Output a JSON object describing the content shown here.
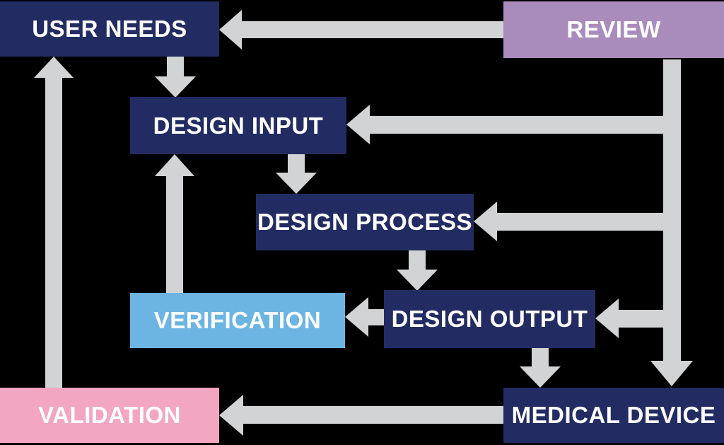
{
  "colors": {
    "background": "#000000",
    "navy": "#232c62",
    "purple": "#a98bbc",
    "light_blue": "#6cb5e3",
    "pink": "#f2a6c1",
    "arrow_gray": "#d1d3d4",
    "text": "#ffffff"
  },
  "nodes": [
    {
      "id": "user-needs",
      "label": "USER NEEDS",
      "color_key": "navy"
    },
    {
      "id": "review",
      "label": "REVIEW",
      "color_key": "purple"
    },
    {
      "id": "design-input",
      "label": "DESIGN INPUT",
      "color_key": "navy"
    },
    {
      "id": "design-process",
      "label": "DESIGN PROCESS",
      "color_key": "navy"
    },
    {
      "id": "verification",
      "label": "VERIFICATION",
      "color_key": "light_blue"
    },
    {
      "id": "design-output",
      "label": "DESIGN OUTPUT",
      "color_key": "navy"
    },
    {
      "id": "validation",
      "label": "VALIDATION",
      "color_key": "pink"
    },
    {
      "id": "medical-device",
      "label": "MEDICAL DEVICE",
      "color_key": "navy"
    }
  ],
  "edges": [
    {
      "from": "review",
      "to": "user-needs",
      "direction": "left"
    },
    {
      "from": "user-needs",
      "to": "design-input",
      "direction": "down"
    },
    {
      "from": "design-input",
      "to": "design-process",
      "direction": "down"
    },
    {
      "from": "design-process",
      "to": "design-output",
      "direction": "down"
    },
    {
      "from": "design-output",
      "to": "verification",
      "direction": "left"
    },
    {
      "from": "verification",
      "to": "design-input",
      "direction": "up"
    },
    {
      "from": "design-output",
      "to": "medical-device",
      "direction": "down"
    },
    {
      "from": "medical-device",
      "to": "validation",
      "direction": "left"
    },
    {
      "from": "validation",
      "to": "user-needs",
      "direction": "up"
    },
    {
      "from": "review",
      "to": "medical-device",
      "direction": "down"
    },
    {
      "from": "review",
      "to": "design-input",
      "direction": "left"
    },
    {
      "from": "review",
      "to": "design-process",
      "direction": "left"
    },
    {
      "from": "review",
      "to": "design-output",
      "direction": "left"
    }
  ]
}
